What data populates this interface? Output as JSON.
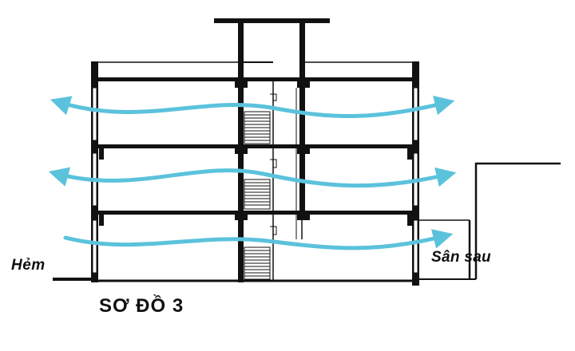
{
  "labels": {
    "alley": "Hẻm",
    "backyard": "Sân sau",
    "title": "SƠ ĐỒ 3"
  },
  "colors": {
    "structure": "#111111",
    "airflow": "#5bc2dc",
    "background": "#ffffff"
  },
  "airflow": [
    {
      "level": "upper",
      "direction": "both"
    },
    {
      "level": "middle",
      "direction": "both"
    },
    {
      "level": "ground",
      "direction": "right"
    }
  ]
}
